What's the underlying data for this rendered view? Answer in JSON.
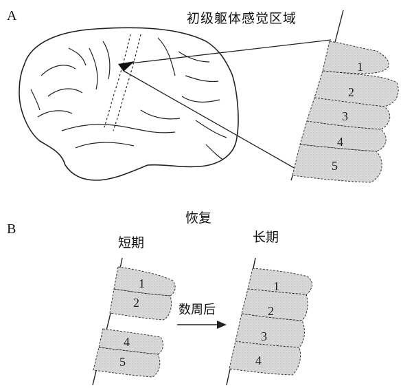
{
  "panel_a": {
    "letter": "A",
    "title": "初级躯体感觉区域",
    "regions": [
      "1",
      "2",
      "3",
      "4",
      "5"
    ]
  },
  "panel_b": {
    "letter": "B",
    "recovery_title": "恢复",
    "short_term": "短期",
    "long_term": "长期",
    "arrow_label": "数周后",
    "short_regions_top": [
      "1",
      "2"
    ],
    "short_regions_bottom": [
      "4",
      "5"
    ],
    "long_regions": [
      "1",
      "2",
      "3",
      "4"
    ]
  },
  "colors": {
    "stroke": "#222222",
    "fill": "#d4d4d4"
  }
}
